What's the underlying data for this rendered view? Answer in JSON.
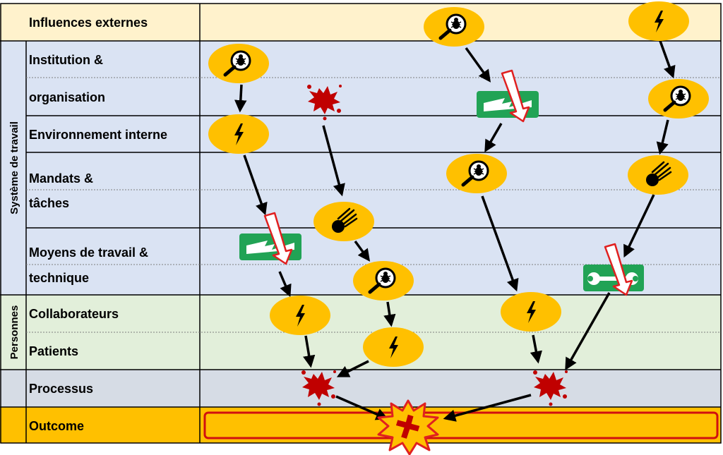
{
  "rows": {
    "influences_externes": "Influences externes",
    "institution_1": "Institution &",
    "institution_2": "organisation",
    "environnement": "Environnement interne",
    "mandats_1": "Mandats &",
    "mandats_2": "tâches",
    "moyens_1": "Moyens de travail &",
    "moyens_2": "technique",
    "collaborateurs": "Collaborateurs",
    "patients": "Patients",
    "processus": "Processus",
    "outcome": "Outcome"
  },
  "groups": {
    "systeme": "Système de travail",
    "personnes": "Personnes"
  },
  "colors": {
    "external": "#fff2cc",
    "system": "#dae3f3",
    "persons": "#e2efda",
    "process": "#d6dce5",
    "outcome": "#ffc000",
    "node": "#ffc000",
    "splat": "#c00000",
    "barrier": "#21a355"
  },
  "icons": {
    "bug": "bug-magnifier-icon",
    "lightning": "lightning-icon",
    "meteor": "meteor-icon",
    "splat": "splat-icon",
    "barrier": "broken-barrier-icon",
    "wrench": "wrench-barrier-icon",
    "explosion": "explosion-icon"
  }
}
